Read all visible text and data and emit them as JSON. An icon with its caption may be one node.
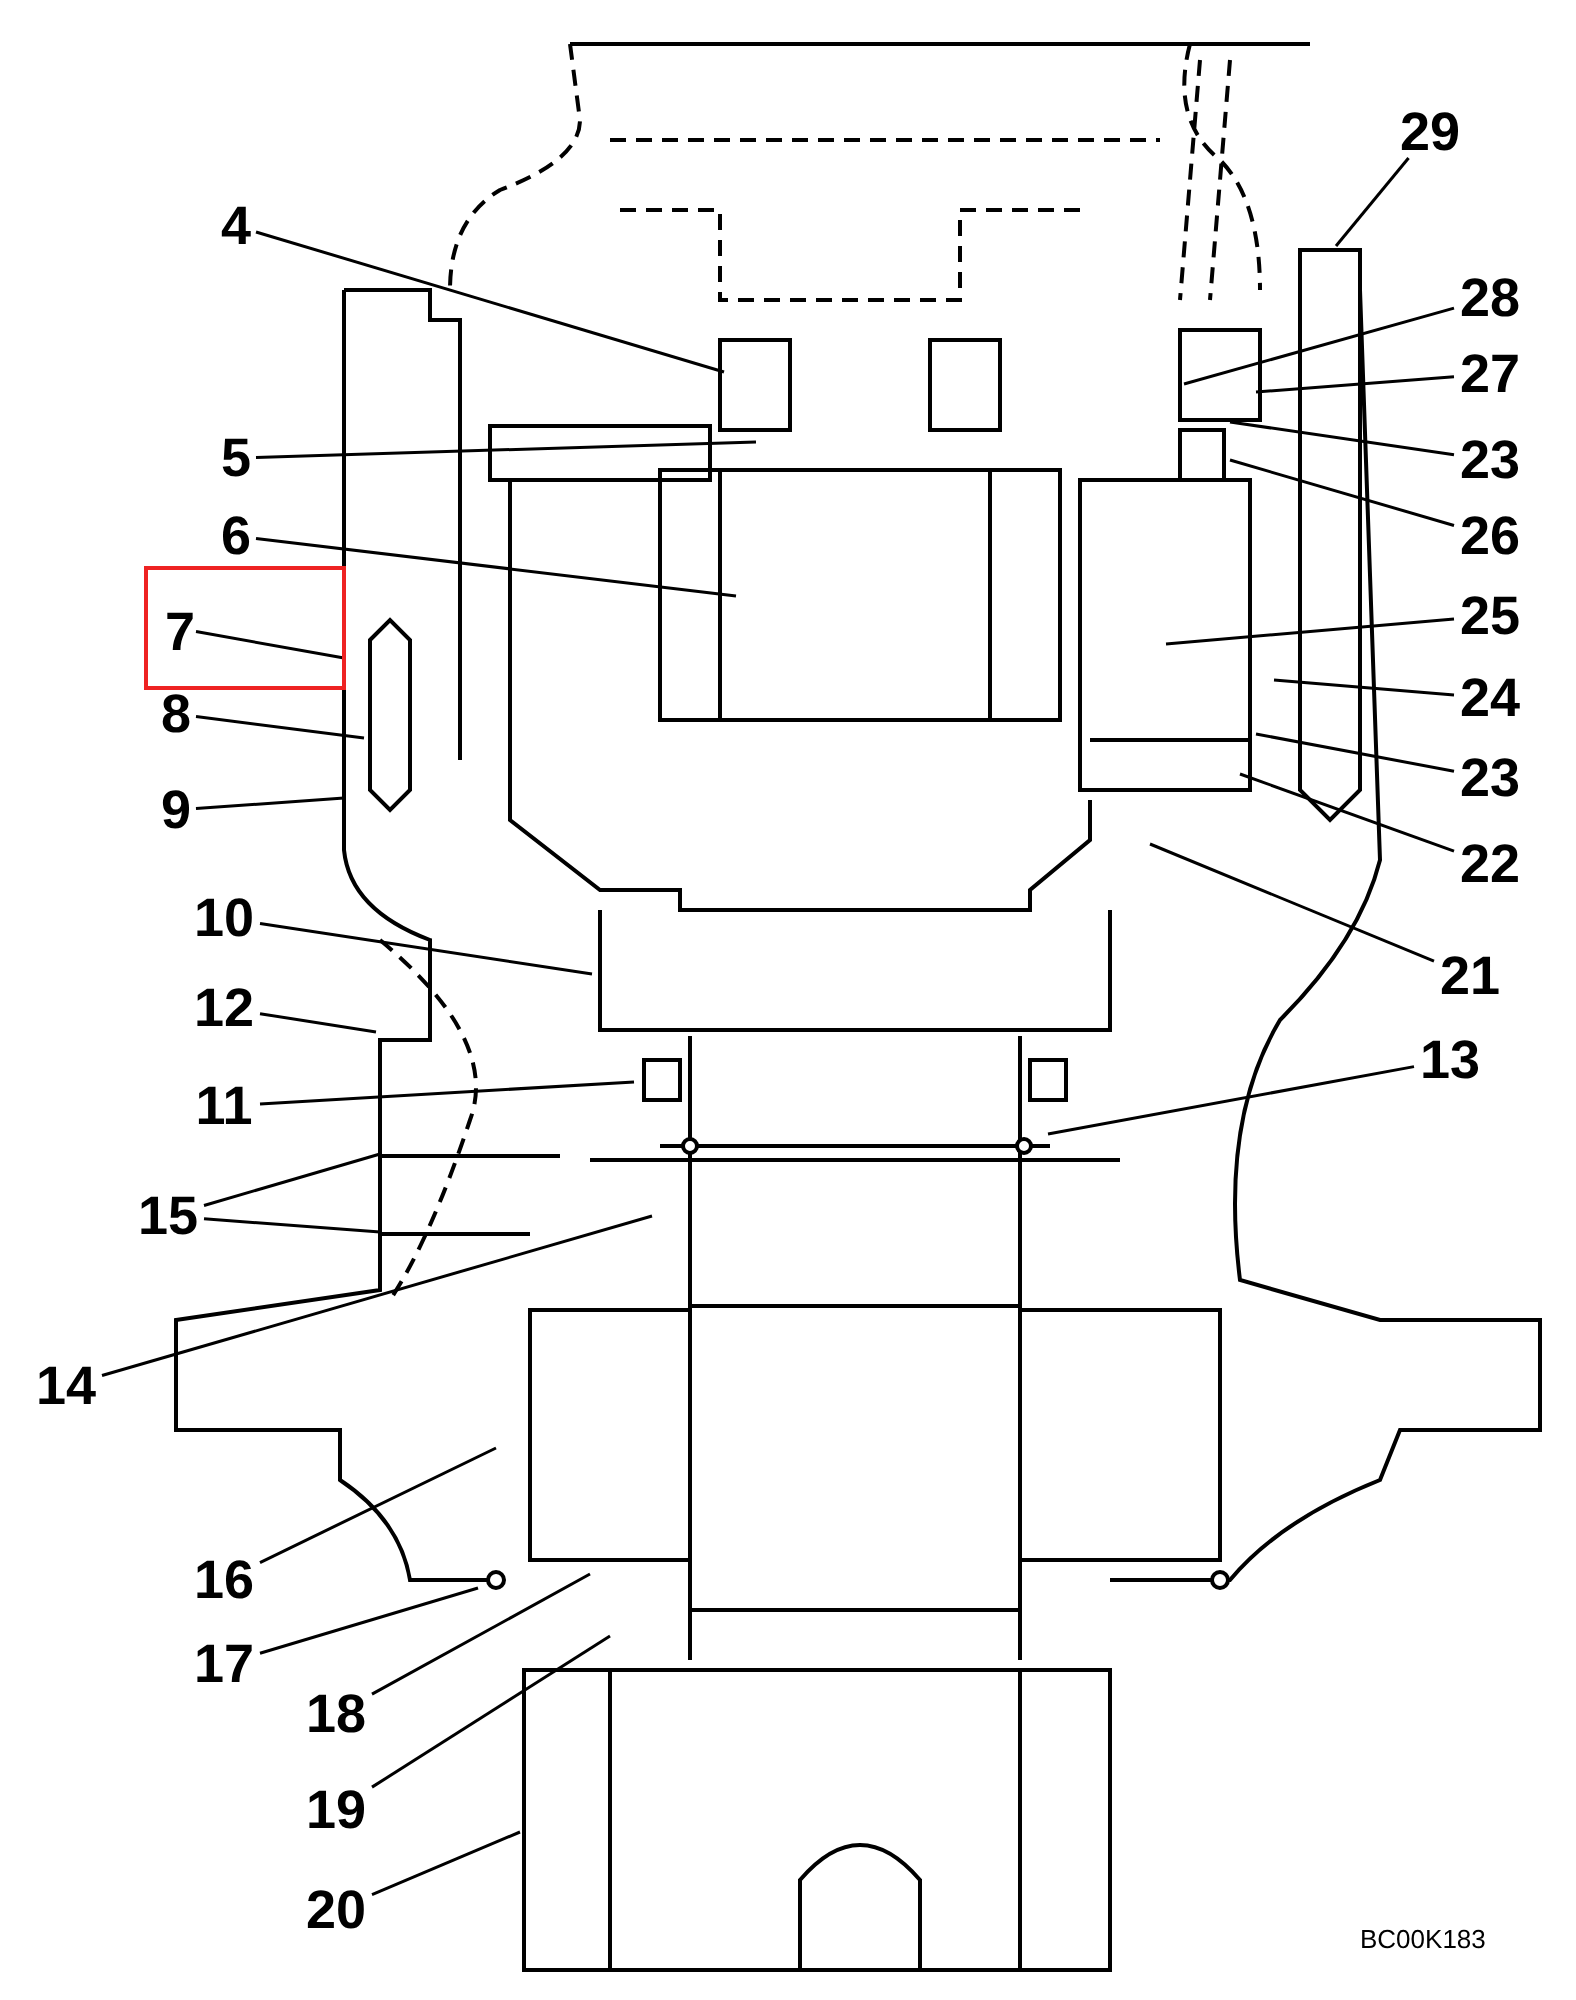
{
  "diagram": {
    "nodes": [
      {
        "text": [
          "29"
        ]
      },
      {
        "text": [
          "4"
        ]
      },
      {
        "text": [
          "28"
        ]
      },
      {
        "text": [
          "27"
        ]
      },
      {
        "text": [
          "5"
        ]
      },
      {
        "text": [
          "23"
        ]
      },
      {
        "text": [
          "6"
        ]
      },
      {
        "text": [
          "26"
        ]
      },
      {
        "text": [
          "25"
        ]
      },
      {
        "text": [
          "7"
        ]
      },
      {
        "text": [
          "24"
        ]
      },
      {
        "text": [
          "8"
        ]
      },
      {
        "text": [
          "23"
        ]
      },
      {
        "text": [
          "9"
        ]
      },
      {
        "text": [
          "22"
        ]
      },
      {
        "text": [
          "10"
        ]
      },
      {
        "text": [
          "21"
        ]
      },
      {
        "text": [
          "12"
        ]
      },
      {
        "text": [
          "13"
        ]
      },
      {
        "text": [
          "11"
        ]
      },
      {
        "text": [
          "15"
        ]
      },
      {
        "text": [
          "14"
        ]
      },
      {
        "text": [
          "16"
        ]
      },
      {
        "text": [
          "17"
        ]
      },
      {
        "text": [
          "18"
        ]
      },
      {
        "text": [
          "19"
        ]
      },
      {
        "text": [
          "20"
        ]
      }
    ],
    "edges": [
      {
        "from": 0,
        "to": null,
        "arrow": "none"
      },
      {
        "from": 1,
        "to": null,
        "arrow": "none"
      },
      {
        "from": 2,
        "to": null,
        "arrow": "none"
      },
      {
        "from": 3,
        "to": null,
        "arrow": "none"
      },
      {
        "from": 4,
        "to": null,
        "arrow": "none"
      },
      {
        "from": 5,
        "to": null,
        "arrow": "none"
      },
      {
        "from": 6,
        "to": null,
        "arrow": "none"
      },
      {
        "from": 7,
        "to": null,
        "arrow": "none"
      },
      {
        "from": 8,
        "to": null,
        "arrow": "none"
      },
      {
        "from": 9,
        "to": null,
        "arrow": "none"
      },
      {
        "from": 10,
        "to": null,
        "arrow": "none"
      },
      {
        "from": 11,
        "to": null,
        "arrow": "none"
      },
      {
        "from": 12,
        "to": null,
        "arrow": "none"
      },
      {
        "from": 13,
        "to": null,
        "arrow": "none"
      },
      {
        "from": 14,
        "to": null,
        "arrow": "none"
      },
      {
        "from": 15,
        "to": null,
        "arrow": "none"
      },
      {
        "from": 16,
        "to": null,
        "arrow": "none"
      },
      {
        "from": 17,
        "to": null,
        "arrow": "none"
      },
      {
        "from": 18,
        "to": null,
        "arrow": "none"
      },
      {
        "from": 19,
        "to": null,
        "arrow": "none"
      },
      {
        "from": 20,
        "to": null,
        "arrow": "none"
      },
      {
        "from": 20,
        "to": null,
        "arrow": "none"
      },
      {
        "from": 21,
        "to": null,
        "arrow": "none"
      },
      {
        "from": 22,
        "to": null,
        "arrow": "none"
      },
      {
        "from": 23,
        "to": null,
        "arrow": "none"
      },
      {
        "from": 24,
        "to": null,
        "arrow": "none"
      },
      {
        "from": 25,
        "to": null,
        "arrow": "none"
      },
      {
        "from": 26,
        "to": null,
        "arrow": "none"
      }
    ],
    "labels": [
      "BC00K183"
    ]
  }
}
